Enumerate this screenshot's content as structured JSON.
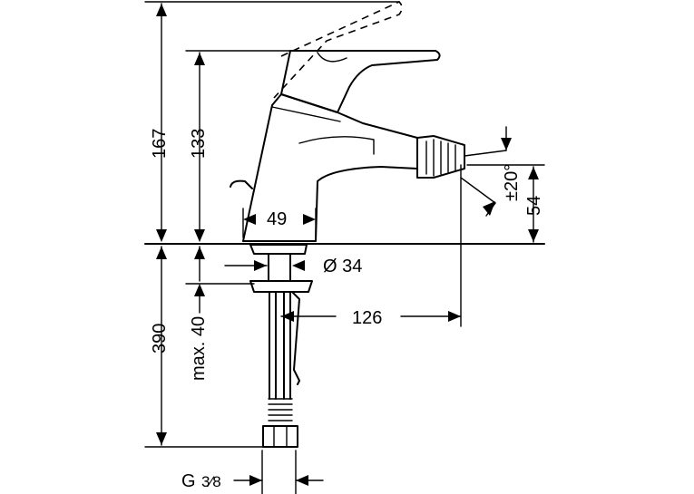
{
  "dimensions": {
    "height_total": "167",
    "height_spout": "133",
    "depth_below": "390",
    "max_thickness": "max. 40",
    "body_width": "49",
    "hole_diameter": "Ø 34",
    "reach": "126",
    "angle": "±20°",
    "outlet_height": "54",
    "thread_prefix": "G",
    "thread_fraction": "3⁄8"
  },
  "colors": {
    "ink": "#000000",
    "paper": "#ffffff"
  }
}
